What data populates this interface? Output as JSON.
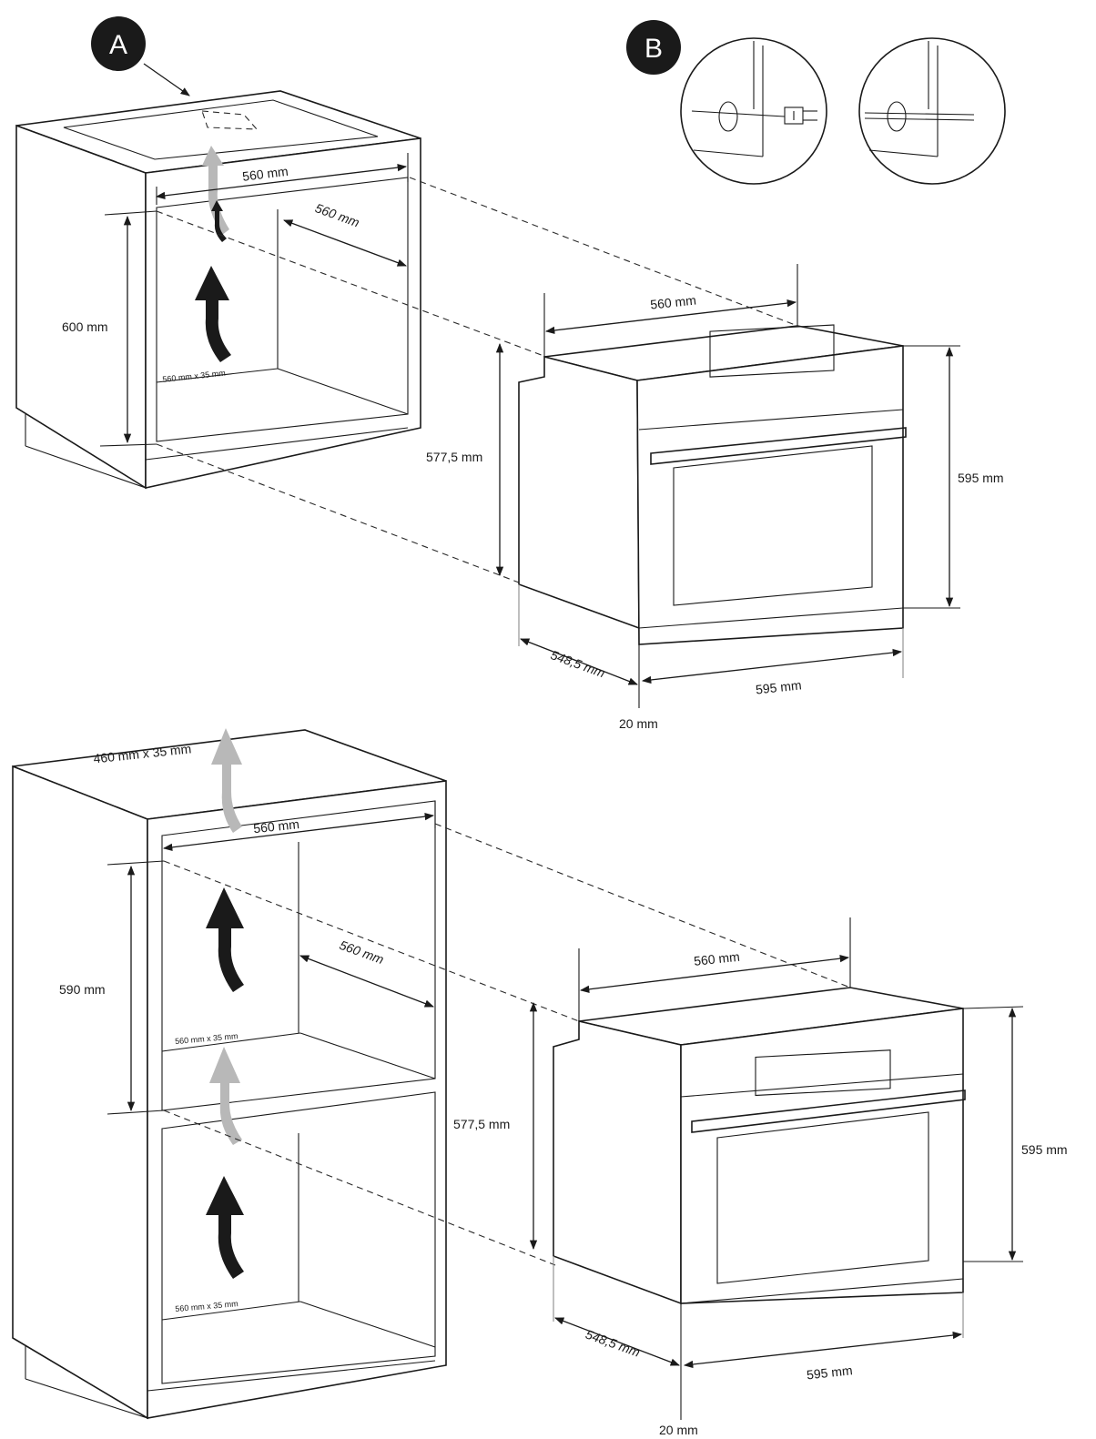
{
  "badges": {
    "a": "A",
    "b": "B"
  },
  "top_cabinet": {
    "width": "560 mm",
    "depth": "560 mm",
    "height": "600 mm",
    "vent": "560 mm x 35 mm"
  },
  "top_oven": {
    "top_width": "560 mm",
    "body_height": "577,5 mm",
    "front_height": "595 mm",
    "depth": "548,5 mm",
    "front_width": "595 mm",
    "door_offset": "20 mm"
  },
  "bottom_cabinet": {
    "top_vent": "460 mm x 35 mm",
    "width": "560 mm",
    "depth": "560 mm",
    "height": "590 mm",
    "vent_upper": "560 mm x 35 mm",
    "vent_lower": "560 mm x 35 mm"
  },
  "bottom_oven": {
    "top_width": "560 mm",
    "body_height": "577,5 mm",
    "front_height": "595 mm",
    "depth": "548,5 mm",
    "front_width": "595 mm",
    "door_offset": "20 mm"
  }
}
